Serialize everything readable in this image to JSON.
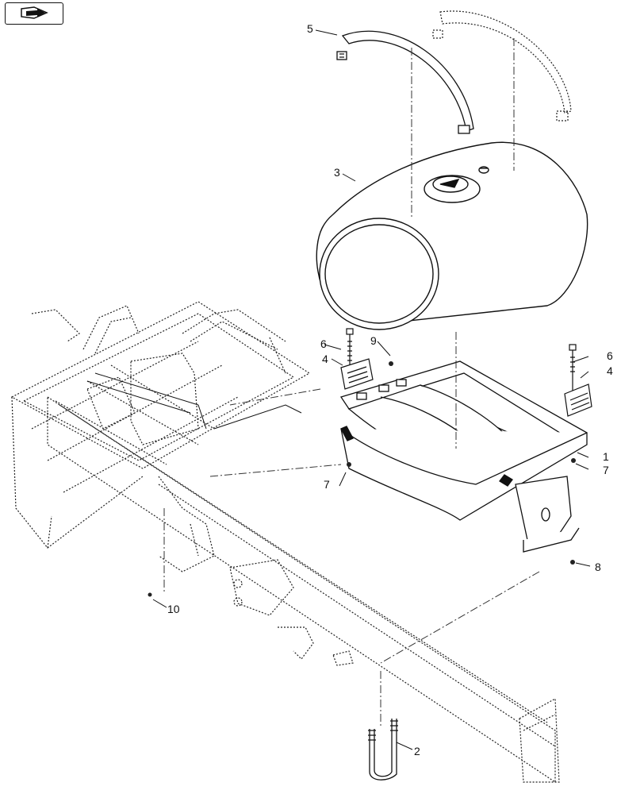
{
  "nav": {
    "icon": "page-forward-arrow-icon"
  },
  "callouts": [
    {
      "id": "c1",
      "text": "1"
    },
    {
      "id": "c2",
      "text": "2"
    },
    {
      "id": "c3",
      "text": "3"
    },
    {
      "id": "c4a",
      "text": "4"
    },
    {
      "id": "c4b",
      "text": "4"
    },
    {
      "id": "c5",
      "text": "5"
    },
    {
      "id": "c6a",
      "text": "6"
    },
    {
      "id": "c6b",
      "text": "6"
    },
    {
      "id": "c7a",
      "text": "7"
    },
    {
      "id": "c7b",
      "text": "7"
    },
    {
      "id": "c8",
      "text": "8"
    },
    {
      "id": "c9",
      "text": "9"
    },
    {
      "id": "c10",
      "text": "10"
    }
  ],
  "parts": {
    "tank": "tank-part",
    "strap_front": "strap-part",
    "strap_rear": "strap-part",
    "support": "tank-support-part",
    "frame": "frame-part",
    "ubolt": "u-bolt-part"
  }
}
